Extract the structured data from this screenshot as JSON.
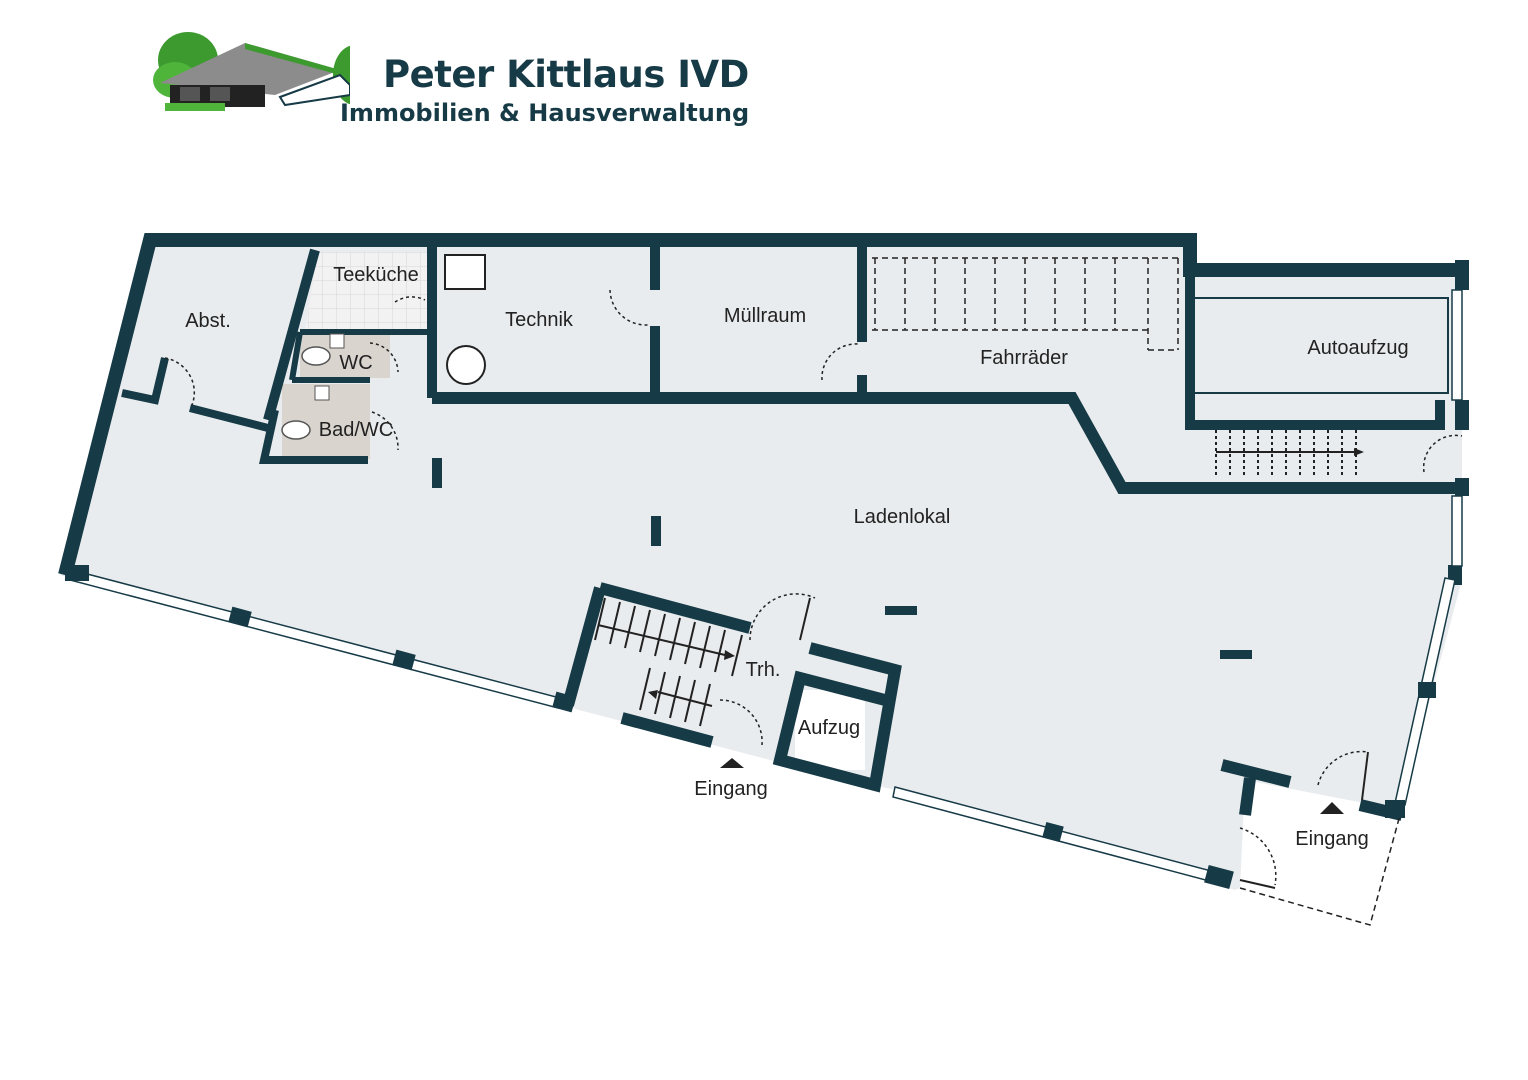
{
  "brand": {
    "name": "Peter Kittlaus IVD",
    "subtitle": "Immobilien & Hausverwaltung",
    "colors": {
      "text": "#163a46",
      "green": "#3c9a2e",
      "roof": "#8c8c8c"
    }
  },
  "plan": {
    "colors": {
      "wall": "#163a46",
      "floor": "#e9ecee",
      "tile": "#d9d4ce",
      "white": "#ffffff",
      "line": "#222222"
    },
    "rooms": {
      "abst": "Abst.",
      "teekueche": "Teeküche",
      "wc": "WC",
      "bad_wc": "Bad/WC",
      "technik": "Technik",
      "muellraum": "Müllraum",
      "fahrraeder": "Fahrräder",
      "autoaufzug": "Autoaufzug",
      "ladenlokal": "Ladenlokal",
      "trh": "Trh.",
      "aufzug": "Aufzug",
      "eingang_1": "Eingang",
      "eingang_2": "Eingang"
    }
  }
}
